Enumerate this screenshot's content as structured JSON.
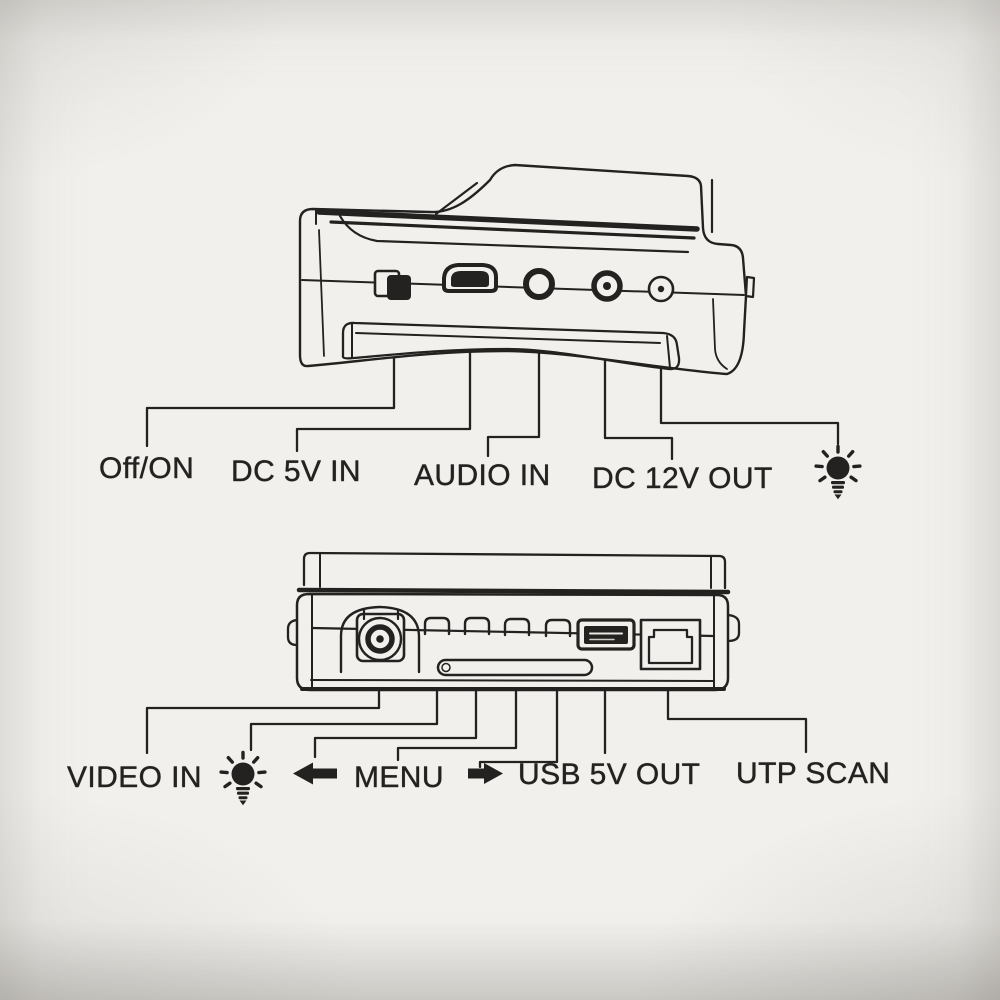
{
  "colors": {
    "paper": "#f1f0ed",
    "ink": "#242220"
  },
  "top_panel": {
    "off_on": "Off/ON",
    "dc_5v_in": "DC 5V IN",
    "audio_in": "AUDIO IN",
    "dc_12v_out": "DC 12V OUT",
    "flashlight_icon": "light-bulb-icon",
    "ports": [
      "power-switch",
      "micro-usb-port",
      "audio-jack",
      "dc-12v-jack",
      "led-torch-window"
    ]
  },
  "bottom_panel": {
    "video_in": "VIDEO IN",
    "menu": "MENU",
    "usb_5v_out": "USB 5V OUT",
    "utp_scan": "UTP SCAN",
    "flashlight_icon": "light-bulb-icon",
    "menu_left_icon": "arrow-left-icon",
    "menu_right_icon": "arrow-right-icon",
    "ports": [
      "bnc-video-connector",
      "button-tab-1",
      "button-tab-2",
      "button-tab-3",
      "button-tab-4",
      "usb-a-port",
      "rj45-utp-port"
    ]
  }
}
